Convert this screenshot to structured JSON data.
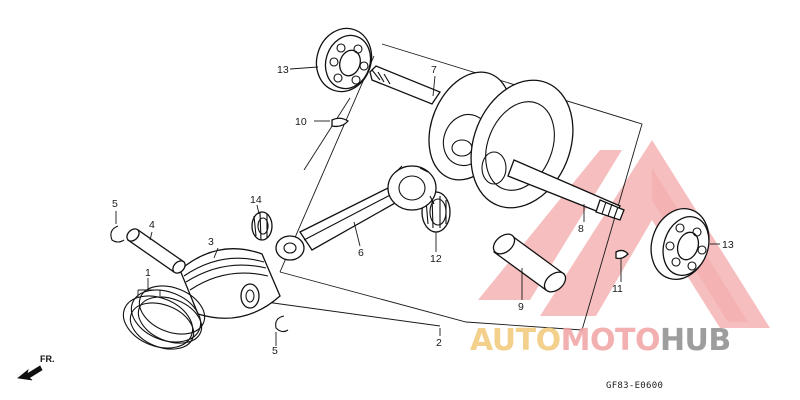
{
  "diagram": {
    "callouts": {
      "c1": "1",
      "c2": "2",
      "c3": "3",
      "c4": "4",
      "c5a": "5",
      "c5b": "5",
      "c6": "6",
      "c7": "7",
      "c8": "8",
      "c9": "9",
      "c10": "10",
      "c11": "11",
      "c12": "12",
      "c13a": "13",
      "c13b": "13",
      "c14": "14"
    },
    "front_label": "FR.",
    "diagram_code": "GF83-E0600"
  },
  "watermark": {
    "word_auto": "AUTO",
    "word_moto": "MOTO",
    "word_hub": "HUB",
    "colors": {
      "auto": "#f2c97a",
      "moto": "#f1a3a3",
      "hub": "#8c8c8c",
      "triangle": "#f08f8f"
    }
  }
}
